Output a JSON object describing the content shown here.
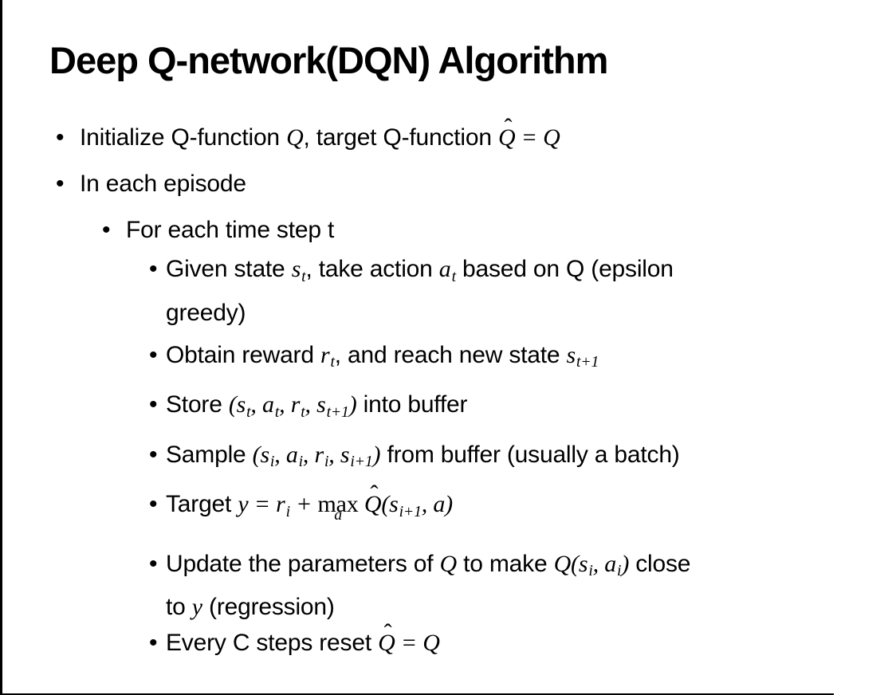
{
  "slide": {
    "title": "Deep Q-network(DQN) Algorithm",
    "bullet_char": "•",
    "text_color": "#000000",
    "background_color": "#ffffff",
    "bullets": [
      {
        "level": 1,
        "runs": [
          {
            "s": "p",
            "t": "Initialize Q-function "
          },
          {
            "s": "m",
            "t": "Q"
          },
          {
            "s": "p",
            "t": ", target Q-function "
          },
          {
            "s": "hat",
            "t": "Q",
            "h": "ˆ"
          },
          {
            "s": "m",
            "t": " = "
          },
          {
            "s": "m",
            "t": "Q"
          }
        ]
      },
      {
        "level": 1,
        "runs": [
          {
            "s": "p",
            "t": "In each episode"
          }
        ]
      },
      {
        "level": 2,
        "runs": [
          {
            "s": "p",
            "t": "For each time step t"
          }
        ]
      },
      {
        "level": 3,
        "runs": [
          {
            "s": "p",
            "t": "Given state "
          },
          {
            "s": "m",
            "t": "s"
          },
          {
            "s": "sub",
            "t": "t"
          },
          {
            "s": "p",
            "t": ", take action "
          },
          {
            "s": "m",
            "t": "a"
          },
          {
            "s": "sub",
            "t": "t"
          },
          {
            "s": "p",
            "t": " based on Q (epsilon"
          },
          {
            "s": "br"
          },
          {
            "s": "p",
            "t": "greedy)"
          }
        ]
      },
      {
        "level": 3,
        "runs": [
          {
            "s": "p",
            "t": "Obtain reward "
          },
          {
            "s": "m",
            "t": "r"
          },
          {
            "s": "sub",
            "t": "t"
          },
          {
            "s": "p",
            "t": ", and reach new state "
          },
          {
            "s": "m",
            "t": "s"
          },
          {
            "s": "sub",
            "t": "t+1"
          }
        ]
      },
      {
        "level": 3,
        "runs": [
          {
            "s": "p",
            "t": "Store "
          },
          {
            "s": "m",
            "t": "(s"
          },
          {
            "s": "sub",
            "t": "t"
          },
          {
            "s": "m",
            "t": ", a"
          },
          {
            "s": "sub",
            "t": "t"
          },
          {
            "s": "m",
            "t": ", r"
          },
          {
            "s": "sub",
            "t": "t"
          },
          {
            "s": "m",
            "t": ", s"
          },
          {
            "s": "sub",
            "t": "t+1"
          },
          {
            "s": "m",
            "t": ")"
          },
          {
            "s": "p",
            "t": " into buffer"
          }
        ]
      },
      {
        "level": 3,
        "runs": [
          {
            "s": "p",
            "t": "Sample "
          },
          {
            "s": "m",
            "t": "(s"
          },
          {
            "s": "sub",
            "t": "i"
          },
          {
            "s": "m",
            "t": ", a"
          },
          {
            "s": "sub",
            "t": "i"
          },
          {
            "s": "m",
            "t": ", r"
          },
          {
            "s": "sub",
            "t": "i"
          },
          {
            "s": "m",
            "t": ", s"
          },
          {
            "s": "sub",
            "t": "i+1"
          },
          {
            "s": "m",
            "t": ")"
          },
          {
            "s": "p",
            "t": " from buffer (usually a batch)"
          }
        ]
      },
      {
        "level": 3,
        "runs": [
          {
            "s": "p",
            "t": "Target "
          },
          {
            "s": "m",
            "t": "y = r"
          },
          {
            "s": "sub",
            "t": "i"
          },
          {
            "s": "m",
            "t": " + "
          },
          {
            "s": "under",
            "t": "max",
            "u": "a"
          },
          {
            "s": "m",
            "t": " "
          },
          {
            "s": "hat",
            "t": "Q",
            "h": "ˆ"
          },
          {
            "s": "m",
            "t": "(s"
          },
          {
            "s": "sub",
            "t": "i+1"
          },
          {
            "s": "m",
            "t": ", a)"
          }
        ]
      },
      {
        "level": 3,
        "runs": [
          {
            "s": "p",
            "t": "Update the parameters of "
          },
          {
            "s": "m",
            "t": "Q"
          },
          {
            "s": "p",
            "t": " to make "
          },
          {
            "s": "m",
            "t": "Q(s"
          },
          {
            "s": "sub",
            "t": "i"
          },
          {
            "s": "m",
            "t": ", a"
          },
          {
            "s": "sub",
            "t": "i"
          },
          {
            "s": "m",
            "t": ")"
          },
          {
            "s": "p",
            "t": " close"
          },
          {
            "s": "br"
          },
          {
            "s": "p",
            "t": "to "
          },
          {
            "s": "m",
            "t": "y"
          },
          {
            "s": "p",
            "t": " (regression)"
          }
        ]
      },
      {
        "level": 3,
        "runs": [
          {
            "s": "p",
            "t": "Every C steps reset "
          },
          {
            "s": "hat",
            "t": "Q",
            "h": "ˆ"
          },
          {
            "s": "m",
            "t": " = "
          },
          {
            "s": "m",
            "t": "Q"
          }
        ]
      }
    ]
  }
}
